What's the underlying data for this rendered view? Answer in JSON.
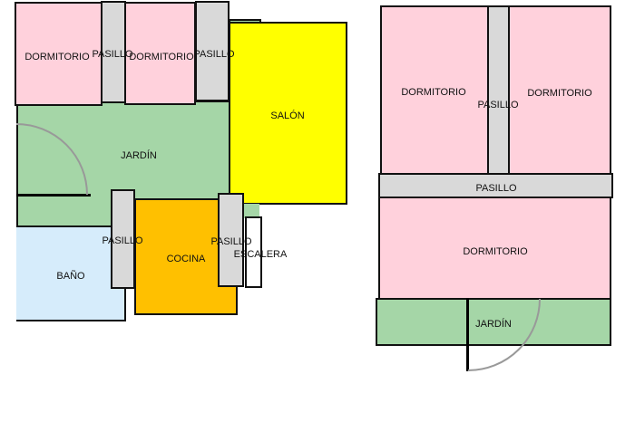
{
  "plan_left": {
    "rooms": {
      "dormitorio_1": "DORMITORIO",
      "pasillo_1": "PASILLO",
      "dormitorio_2": "DORMITORIO",
      "pasillo_2": "PASILLO",
      "salon": "SALÓN",
      "jardin": "JARDÍN",
      "pasillo_3": "PASILLO",
      "cocina": "COCINA",
      "pasillo_4": "PASILLO",
      "escalera": "ESCALERA",
      "bano": "BAÑO"
    }
  },
  "plan_right": {
    "rooms": {
      "dormitorio_1": "DORMITORIO",
      "pasillo_v": "PASILLO",
      "dormitorio_2": "DORMITORIO",
      "pasillo_h": "PASILLO",
      "dormitorio_3": "DORMITORIO",
      "jardin": "JARDÍN"
    }
  },
  "colors": {
    "dormitorio": "#ffd1dc",
    "pasillo": "#d9d9d9",
    "jardin": "#a5d6a7",
    "salon": "#ffff00",
    "cocina": "#ffc000",
    "bano": "#d6ecfb"
  }
}
